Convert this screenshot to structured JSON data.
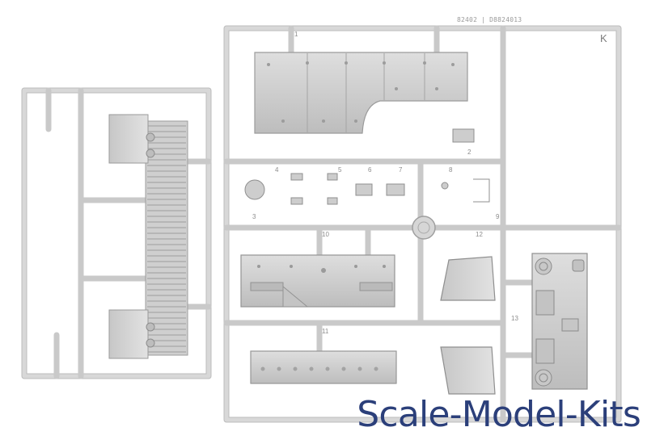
{
  "photo": {
    "sprue_letter": "K",
    "sprue_code": "82402 | D8824013",
    "part_numbers": [
      "1",
      "2",
      "3",
      "4",
      "5",
      "6",
      "7",
      "8",
      "9",
      "10",
      "11",
      "12",
      "13"
    ]
  },
  "watermark": {
    "text": "Scale-Model-Kits"
  },
  "colors": {
    "plastic": "#d4d4d4",
    "plastic_shadow": "#a9a9a9",
    "plastic_light": "#e6e6e6",
    "background": "#ffffff",
    "watermark": "#2b3f7a"
  }
}
